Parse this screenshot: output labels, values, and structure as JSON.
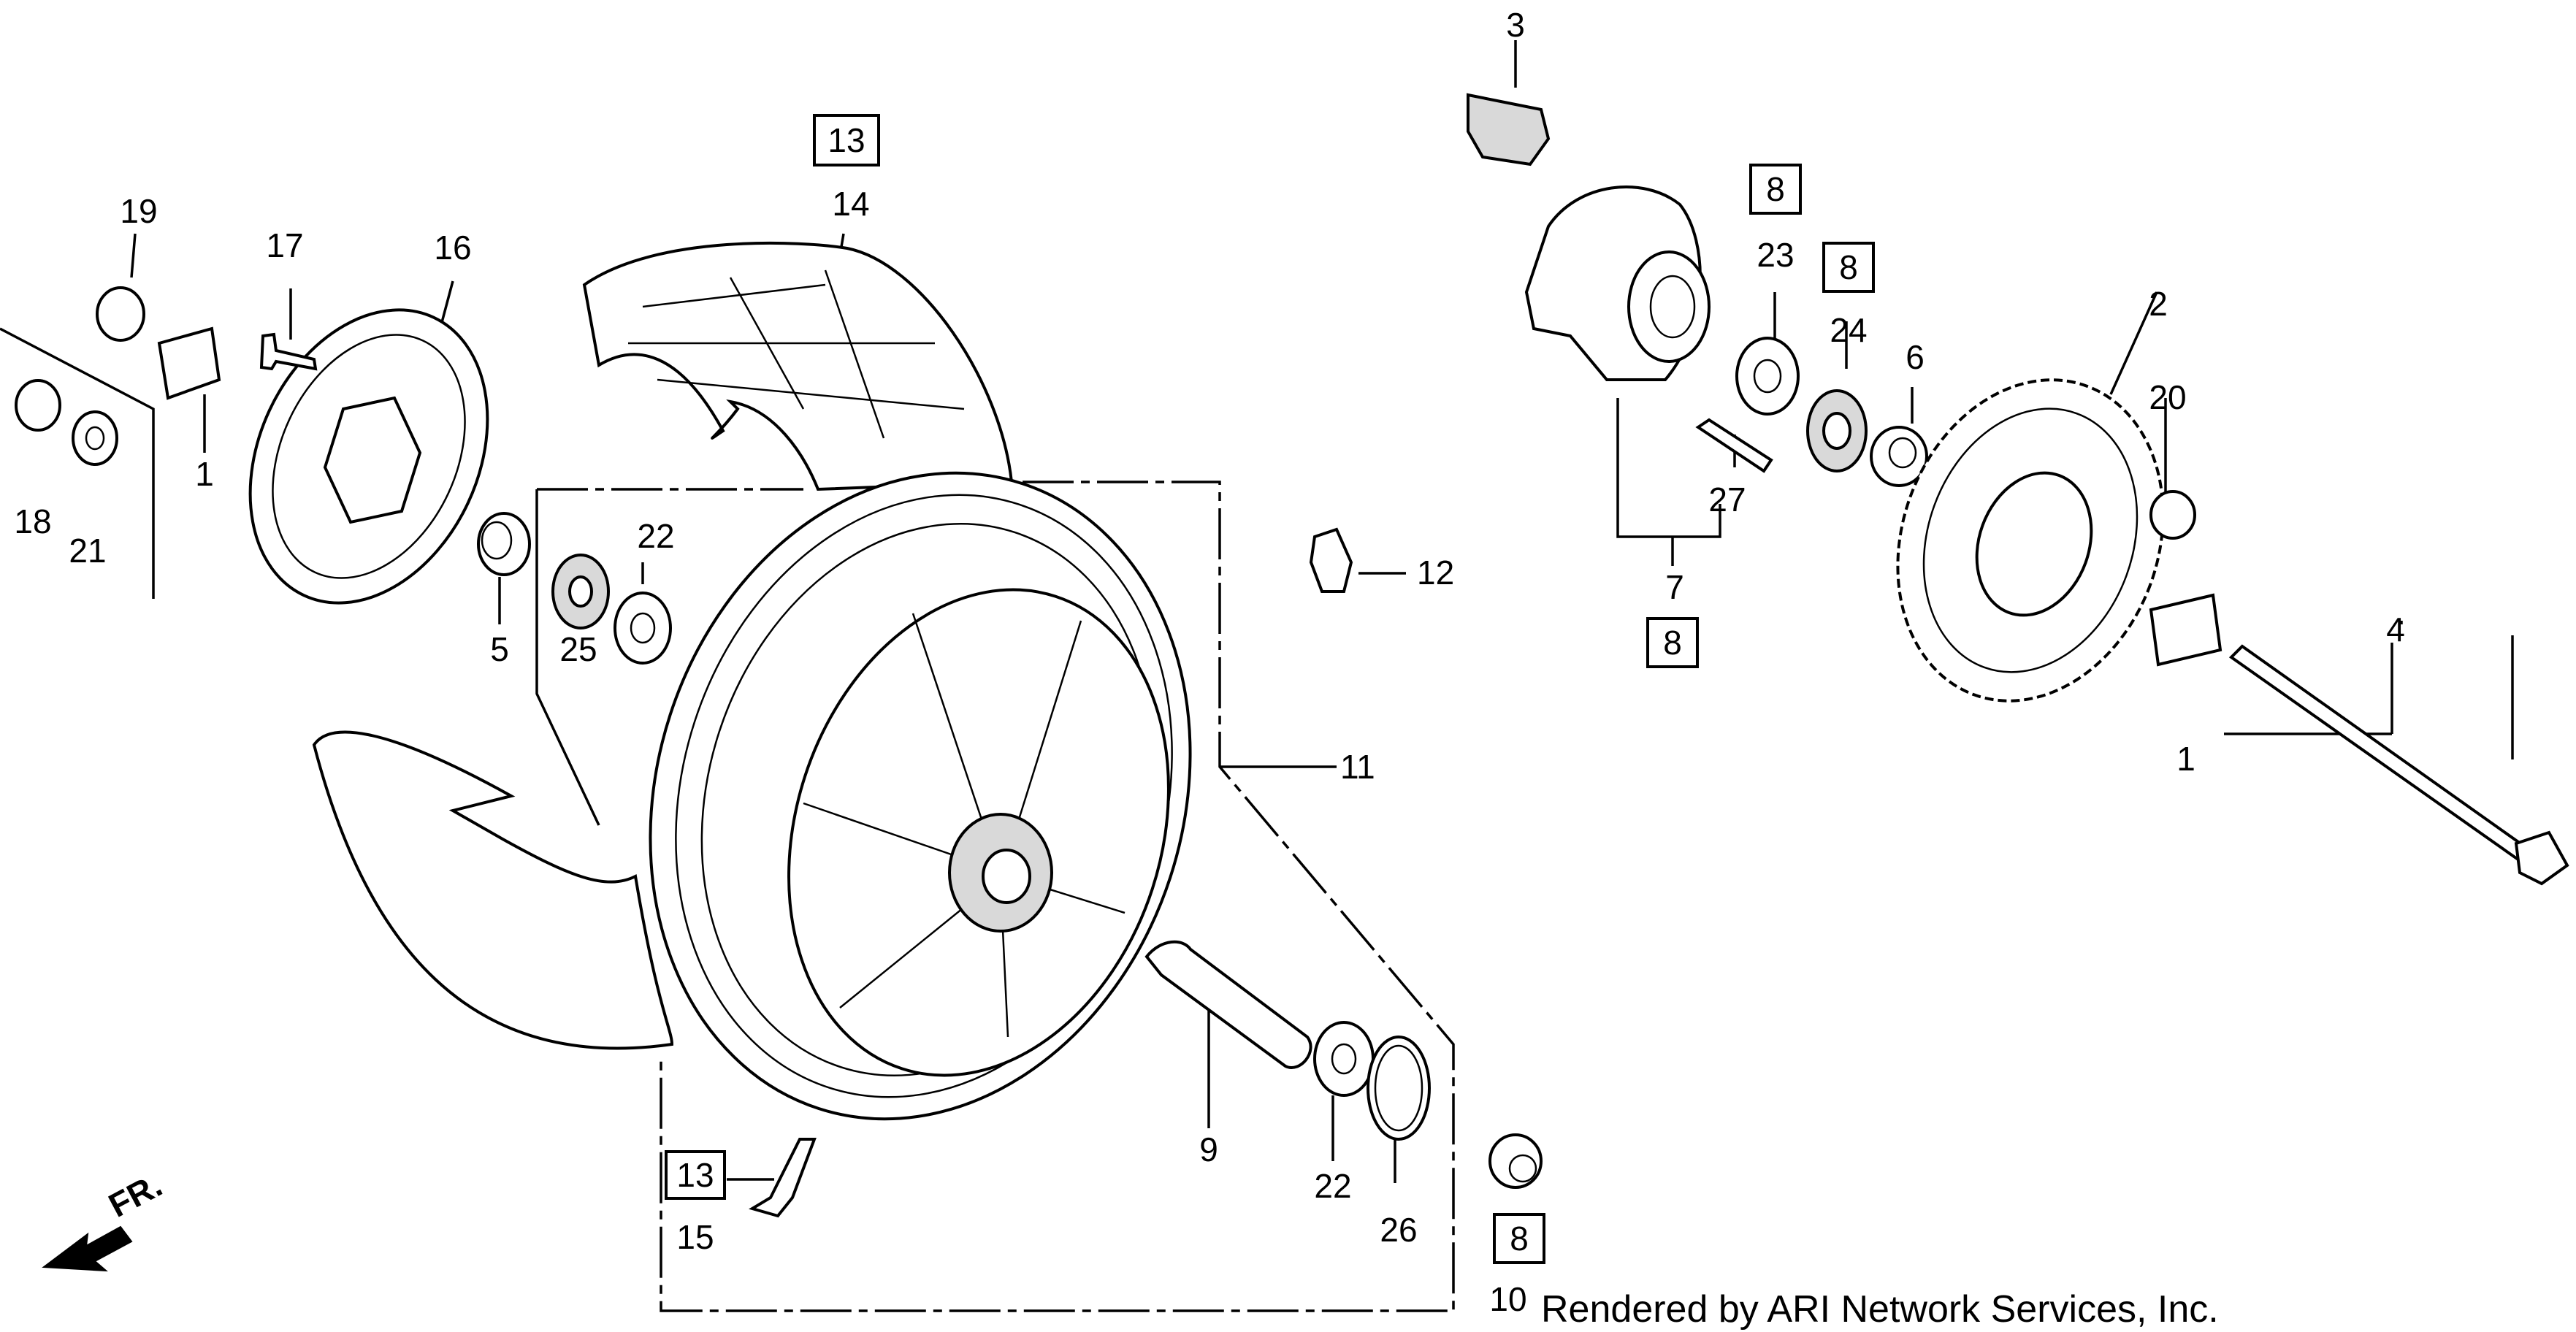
{
  "callouts": {
    "c1a": "1",
    "c1b": "1",
    "c2": "2",
    "c3": "3",
    "c4": "4",
    "c5": "5",
    "c6": "6",
    "c7": "7",
    "c9": "9",
    "c10": "10",
    "c11": "11",
    "c12": "12",
    "c14": "14",
    "c15": "15",
    "c16": "16",
    "c17": "17",
    "c18": "18",
    "c19": "19",
    "c20": "20",
    "c21": "21",
    "c22a": "22",
    "c22b": "22",
    "c23": "23",
    "c24": "24",
    "c25": "25",
    "c26": "26",
    "c27": "27"
  },
  "boxed_refs": {
    "b13a": "13",
    "b13b": "13",
    "b8a": "8",
    "b8b": "8",
    "b8c": "8",
    "b8d": "8"
  },
  "direction_marker": "FR.",
  "credit": "Rendered by ARI Network Services, Inc."
}
